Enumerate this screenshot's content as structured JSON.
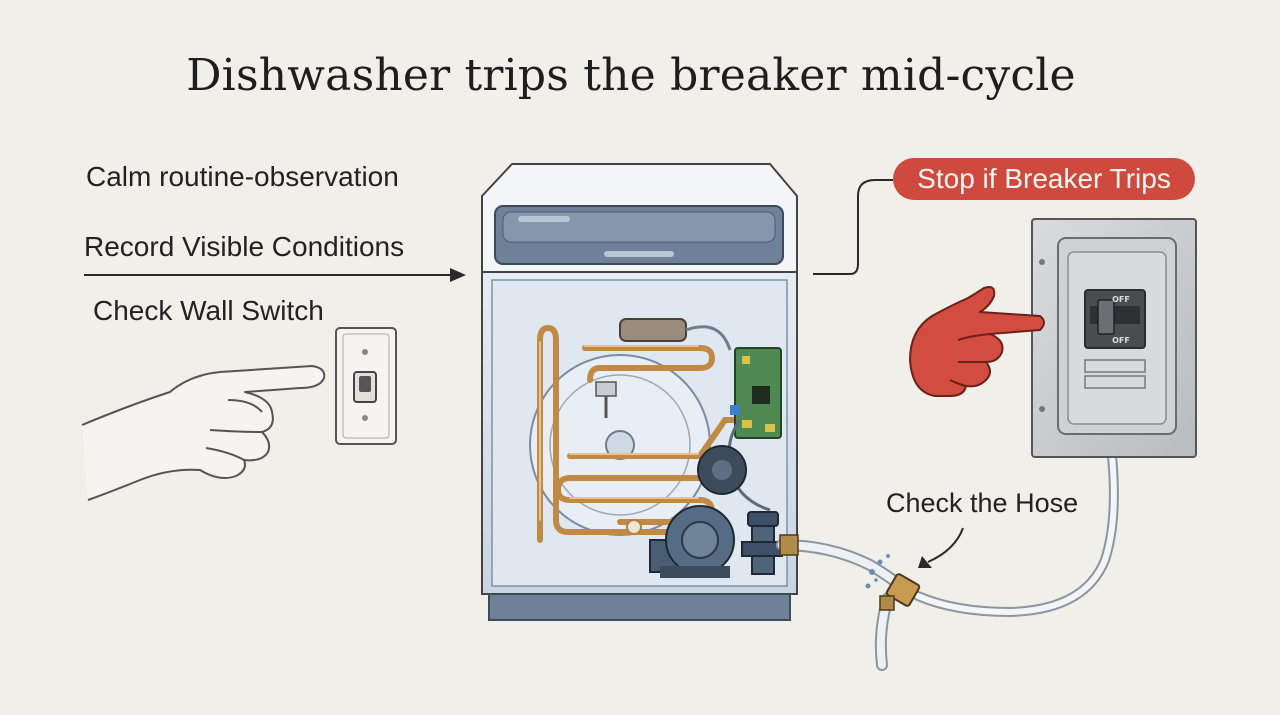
{
  "title": "Dishwasher trips the breaker mid-cycle",
  "steps": [
    {
      "label": "Calm routine-observation"
    },
    {
      "label": "Record Visible Conditions"
    },
    {
      "label": "Check Wall Switch"
    }
  ],
  "warning": {
    "label": "Stop if Breaker Trips",
    "color": "#cf4a3e"
  },
  "hose": {
    "label": "Check the Hose"
  },
  "breaker": {
    "off_label": "OFF",
    "off_label_2": "OFF"
  },
  "colors": {
    "background": "#f1efea",
    "copper": "#d6a45f",
    "steel": "#9fb0c4",
    "hand_red": "#d24c3f"
  },
  "icons": [
    "hand-pointing-icon",
    "red-hand-pointing-icon",
    "wall-switch-icon",
    "breaker-panel-icon"
  ]
}
